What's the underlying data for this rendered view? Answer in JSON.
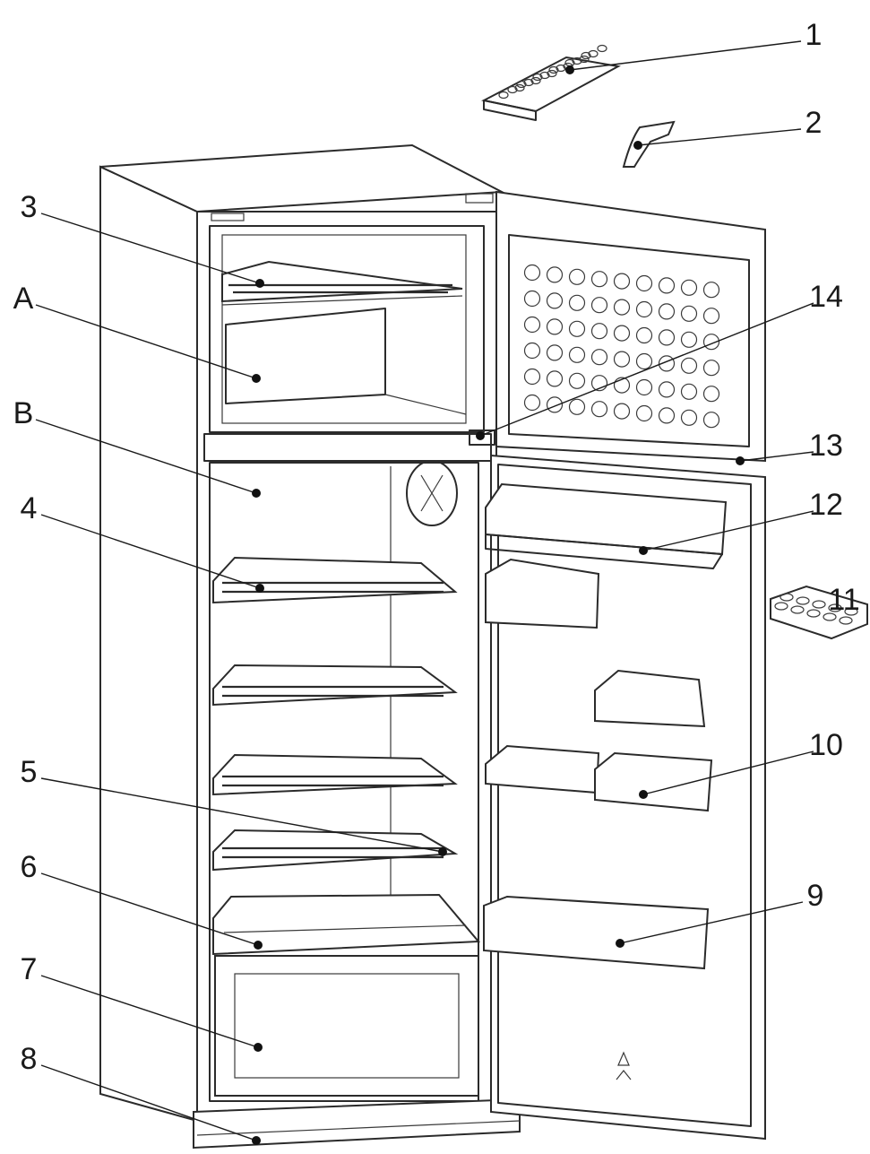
{
  "diagram": {
    "callouts": [
      {
        "id": "c1",
        "label": "1"
      },
      {
        "id": "c2",
        "label": "2"
      },
      {
        "id": "c3",
        "label": "3"
      },
      {
        "id": "cA",
        "label": "A"
      },
      {
        "id": "c14",
        "label": "14"
      },
      {
        "id": "cB",
        "label": "B"
      },
      {
        "id": "c13",
        "label": "13"
      },
      {
        "id": "c12",
        "label": "12"
      },
      {
        "id": "c4",
        "label": "4"
      },
      {
        "id": "c11",
        "label": "11"
      },
      {
        "id": "c10",
        "label": "10"
      },
      {
        "id": "c5",
        "label": "5"
      },
      {
        "id": "c6",
        "label": "6"
      },
      {
        "id": "c9",
        "label": "9"
      },
      {
        "id": "c7",
        "label": "7"
      },
      {
        "id": "c8",
        "label": "8"
      }
    ]
  }
}
